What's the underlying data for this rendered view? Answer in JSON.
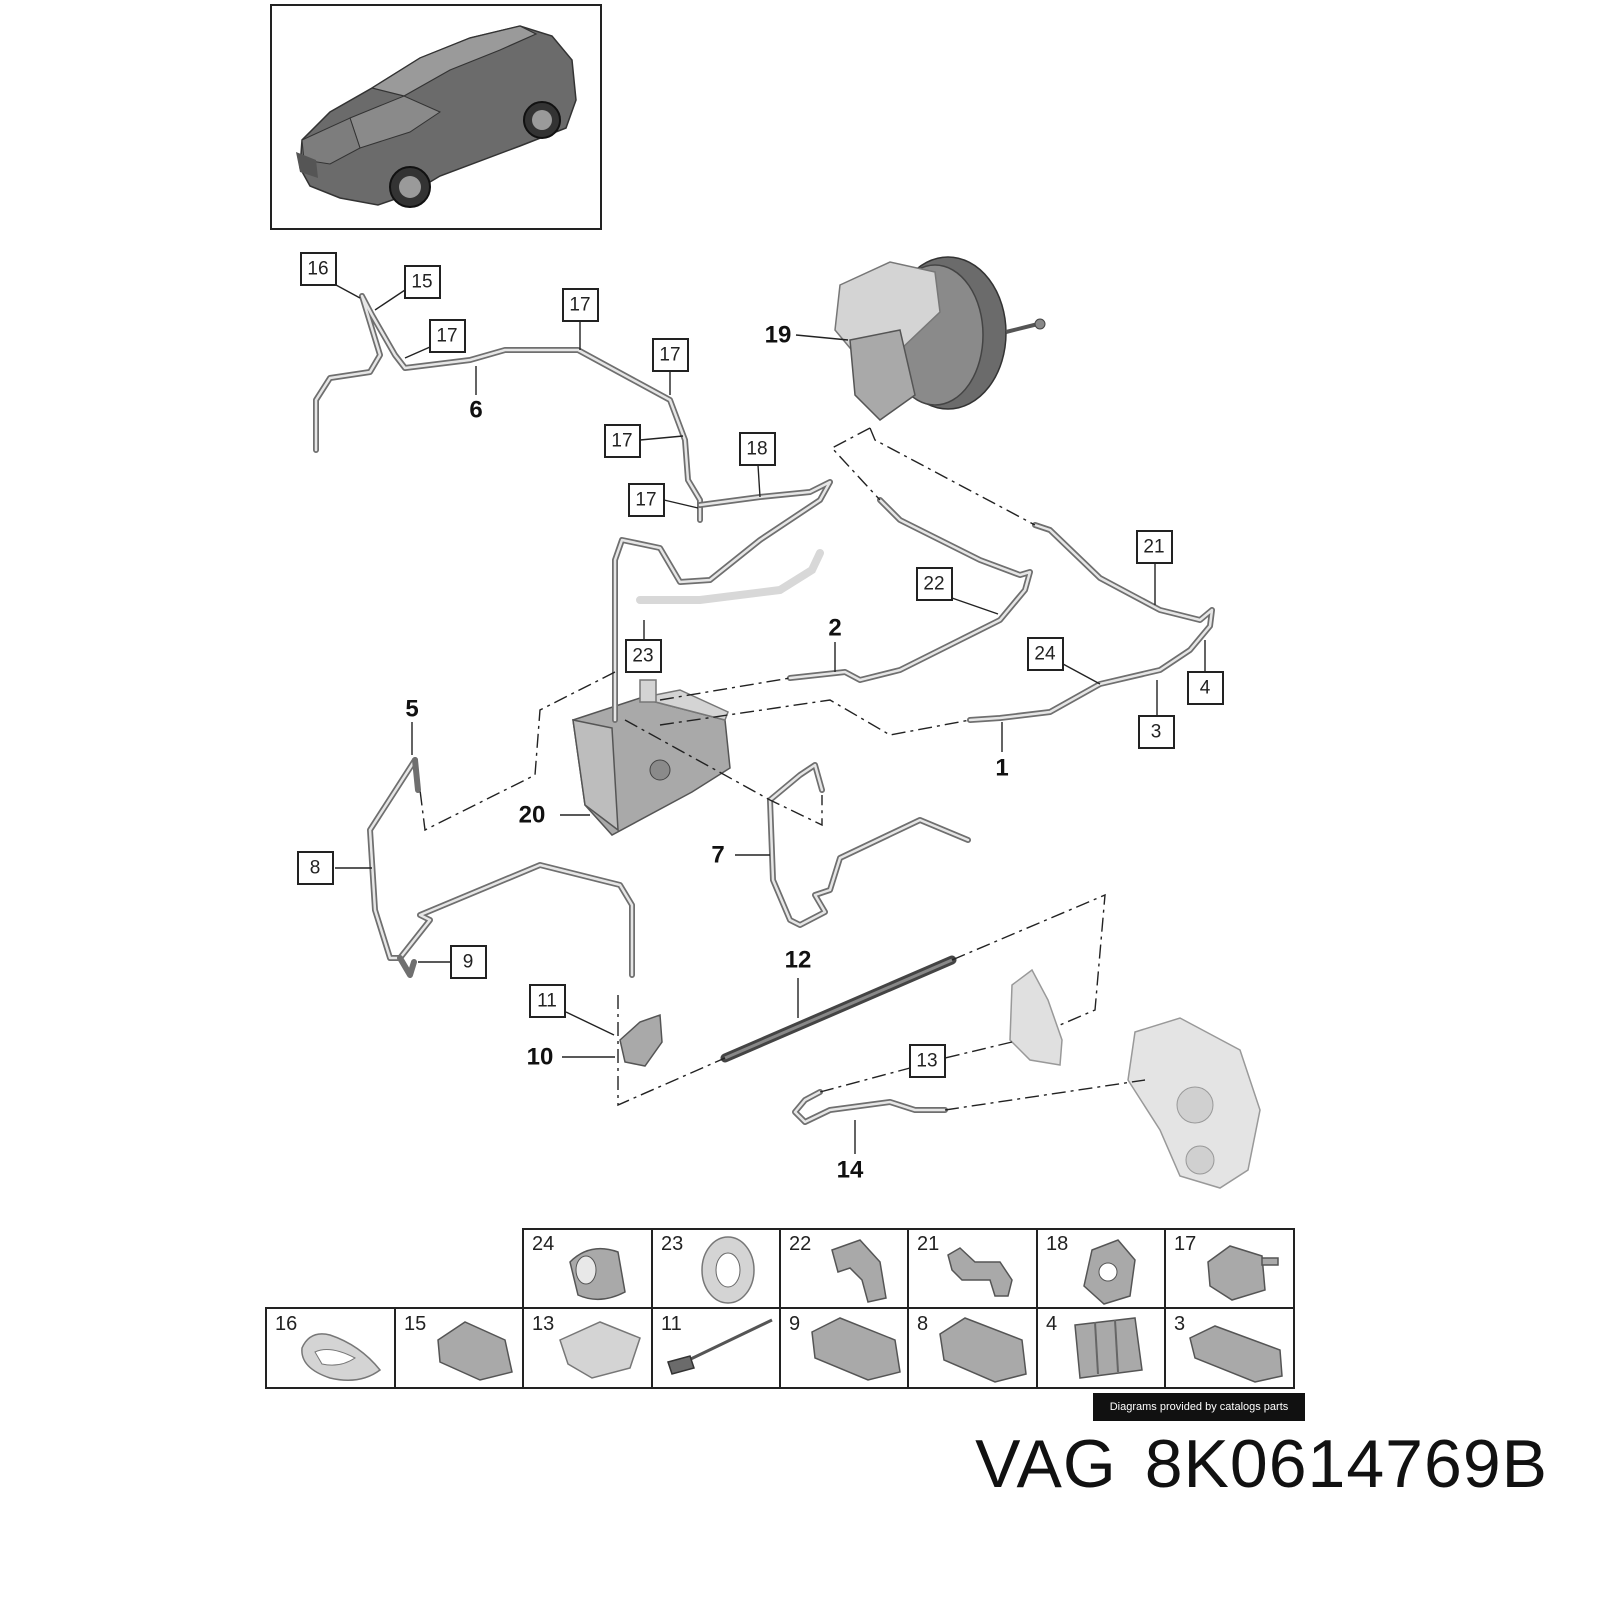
{
  "diagram": {
    "callouts": {
      "c1": "1",
      "c2": "2",
      "c3": "3",
      "c4": "4",
      "c5": "5",
      "c6": "6",
      "c7": "7",
      "c8": "8",
      "c9": "9",
      "c10": "10",
      "c11": "11",
      "c12": "12",
      "c13": "13",
      "c14": "14",
      "c15": "15",
      "c16": "16",
      "c17a": "17",
      "c17b": "17",
      "c17c": "17",
      "c17d": "17",
      "c17e": "17",
      "c18": "18",
      "c19": "19",
      "c20": "20",
      "c21": "21",
      "c22": "22",
      "c23": "23",
      "c24": "24"
    },
    "parts_grid": {
      "row1": [
        "24",
        "23",
        "22",
        "21",
        "18",
        "17"
      ],
      "row2": [
        "16",
        "15",
        "13",
        "11",
        "9",
        "8",
        "4",
        "3"
      ]
    }
  },
  "credit": "Diagrams provided by catalogs parts",
  "part_ref": {
    "brand": "VAG",
    "number": "8K0614769B"
  },
  "colors": {
    "line": "#222222",
    "pipe": "#6f6f6f",
    "credit_bg": "#111111"
  }
}
